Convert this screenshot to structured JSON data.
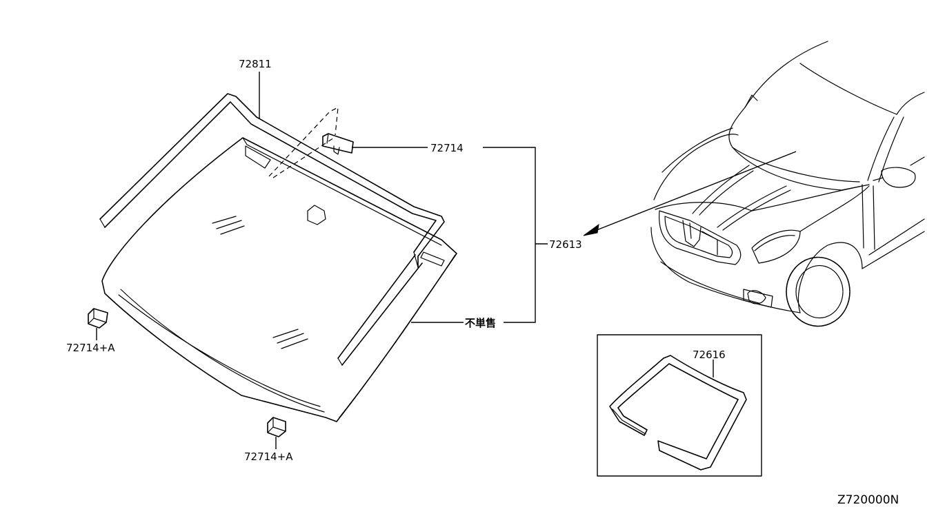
{
  "labels": {
    "upper_molding": "72811",
    "clip_top": "72714",
    "windshield_glass": "72613",
    "clip_left": "72714+A",
    "clip_bottom": "72714+A",
    "not_sold_separately": "不単售",
    "dam_rubber": "72616",
    "diagram_code": "Z720000N"
  }
}
